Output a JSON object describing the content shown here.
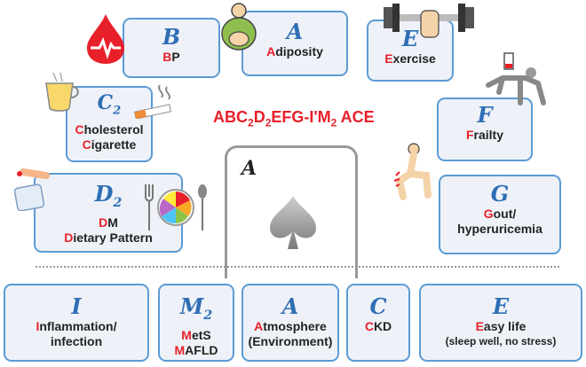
{
  "headline": {
    "a": "ABC",
    "s1": "2",
    "b": "D",
    "s2": "2",
    "c": "EFG-I'M",
    "s3": "2",
    "d": " ACE"
  },
  "card": {
    "letter": "A"
  },
  "boxes": {
    "B": {
      "letter": "B",
      "lines": [
        {
          "first": "B",
          "rest": "P"
        }
      ]
    },
    "A": {
      "letter": "A",
      "lines": [
        {
          "first": "A",
          "rest": "diposity"
        }
      ]
    },
    "E": {
      "letter": "E",
      "lines": [
        {
          "first": "E",
          "rest": "xercise"
        }
      ]
    },
    "C2": {
      "letter": "C",
      "sub": "2",
      "lines": [
        {
          "first": "C",
          "rest": "holesterol"
        },
        {
          "first": "C",
          "rest": "igarette"
        }
      ]
    },
    "F": {
      "letter": "F",
      "lines": [
        {
          "first": "F",
          "rest": "railty"
        }
      ]
    },
    "D2": {
      "letter": "D",
      "sub": "2",
      "lines": [
        {
          "first": "D",
          "rest": "M"
        },
        {
          "first": "D",
          "rest": "ietary Pattern"
        }
      ]
    },
    "G": {
      "letter": "G",
      "lines": [
        {
          "first": "G",
          "rest": "out/"
        },
        {
          "first": "",
          "rest": "hyperuricemia"
        }
      ]
    },
    "I": {
      "letter": "I",
      "lines": [
        {
          "first": "I",
          "rest": "nflammation/"
        },
        {
          "first": "",
          "rest": "infection"
        }
      ]
    },
    "M2": {
      "letter": "M",
      "sub": "2",
      "lines": [
        {
          "first": "M",
          "rest": "etS"
        },
        {
          "first": "M",
          "rest": "AFLD"
        }
      ]
    },
    "A2": {
      "letter": "A",
      "lines": [
        {
          "first": "A",
          "rest": "tmosphere"
        },
        {
          "first": "",
          "rest": "(Environment)"
        }
      ]
    },
    "C": {
      "letter": "C",
      "lines": [
        {
          "first": "C",
          "rest": "KD"
        }
      ]
    },
    "E2": {
      "letter": "E",
      "lines": [
        {
          "first": "E",
          "rest": "asy life"
        },
        {
          "first": "",
          "rest": "(sleep well, no stress)"
        }
      ]
    }
  },
  "colors": {
    "accent": "#e8202a",
    "letter": "#2e6eb5",
    "border": "#5b9bd5",
    "fill": "#eef2f8"
  },
  "icons": [
    "blood-drop-icon",
    "obese-person-icon",
    "dumbbell-icon",
    "tea-cup-icon",
    "cigarette-icon",
    "tired-person-icon",
    "glucose-meter-icon",
    "food-plate-icon",
    "painful-knee-icon",
    "spade-icon"
  ]
}
